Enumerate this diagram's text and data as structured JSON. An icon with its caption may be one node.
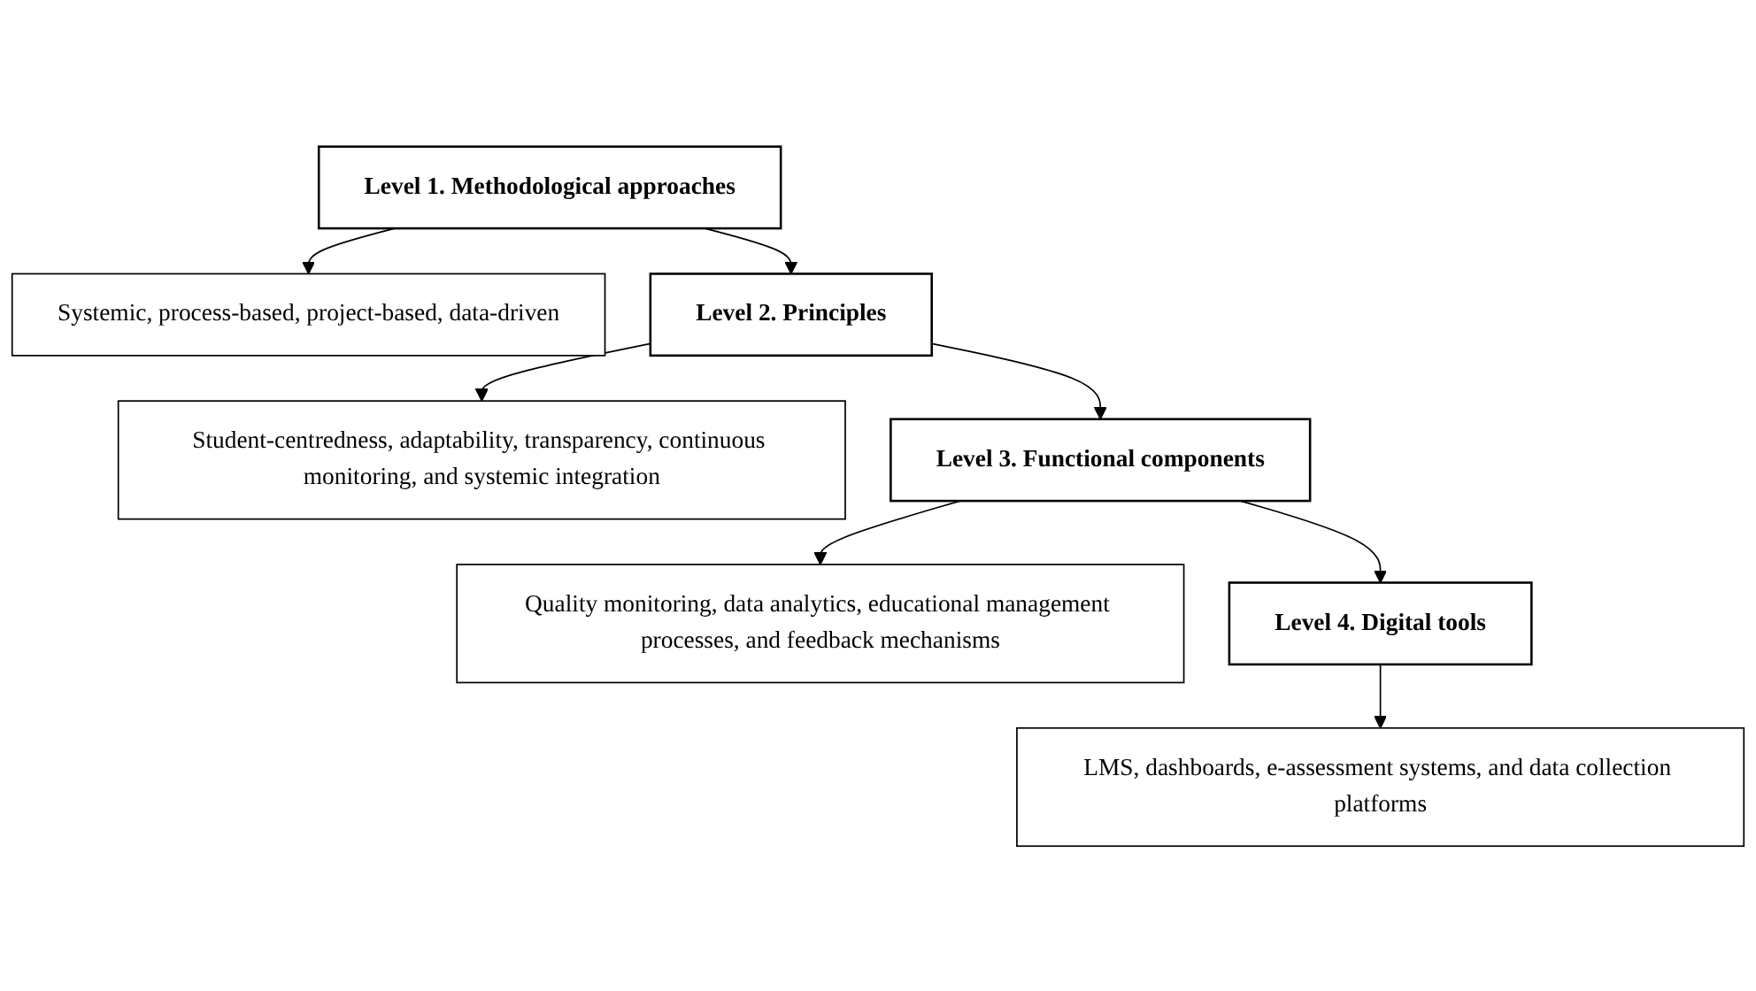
{
  "diagram": {
    "nodes": [
      {
        "text": [
          "Level 1. Methodological approaches"
        ]
      },
      {
        "text": [
          "Systemic, process-based, project-based, data-driven"
        ]
      },
      {
        "text": [
          "Level 2. Principles"
        ]
      },
      {
        "text": [
          "Student-centredness, adaptability, transparency, continuous monitoring, and systemic integration"
        ]
      },
      {
        "text": [
          "Level 3. Functional components"
        ]
      },
      {
        "text": [
          "Quality monitoring, data analytics, educational management processes, and feedback mechanisms"
        ]
      },
      {
        "text": [
          "Level 4. Digital tools"
        ]
      },
      {
        "text": [
          "LMS, dashboards, e-assessment systems, and data collection platforms"
        ]
      }
    ],
    "edges": [
      {
        "from": 0,
        "to": 1,
        "arrow": "to"
      },
      {
        "from": 0,
        "to": 2,
        "arrow": "to"
      },
      {
        "from": 2,
        "to": 3,
        "arrow": "to"
      },
      {
        "from": 2,
        "to": 4,
        "arrow": "to"
      },
      {
        "from": 4,
        "to": 5,
        "arrow": "to"
      },
      {
        "from": 4,
        "to": 6,
        "arrow": "to"
      },
      {
        "from": 6,
        "to": 7,
        "arrow": "to"
      }
    ]
  }
}
